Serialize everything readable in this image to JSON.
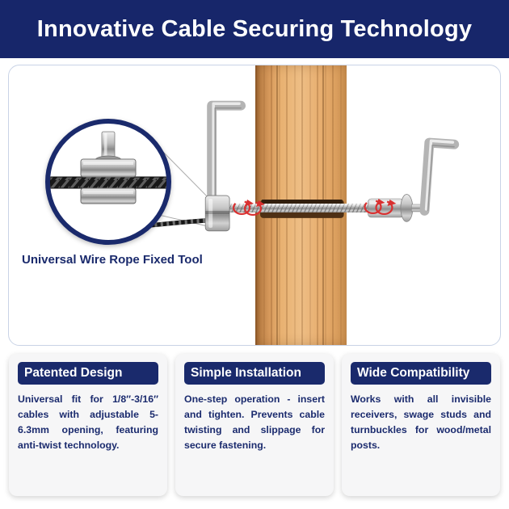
{
  "banner": {
    "title": "Innovative Cable Securing Technology"
  },
  "illustration": {
    "inset_label": "Universal Wire Rope Fixed Tool",
    "elements": [
      "hex-allen-key-left",
      "hex-allen-key-right",
      "threaded-rod",
      "wood-post",
      "wire-rope-fixed-tool",
      "twisted-cable",
      "swage-stud-sleeve",
      "flange-cap",
      "rotation-arrows-left",
      "rotation-arrows-right",
      "zoom-inset-circle"
    ]
  },
  "cards": [
    {
      "title": "Patented Design",
      "body": "Universal fit for 1/8″-3/16″ cables with adjustable 5-6.3mm opening, featuring anti-twist technology."
    },
    {
      "title": "Simple Installation",
      "body": "One-step operation - insert and tighten. Prevents cable twisting and slippage for secure fastening."
    },
    {
      "title": "Wide Compatibility",
      "body": "Works with all invisible receivers, swage studs and turnbuckles for wood/metal posts."
    }
  ],
  "colors": {
    "navy": "#1a2a6c",
    "banner_bg": "#17266a",
    "rotation_arrow_red": "#d93030",
    "wood": "#e2a86c",
    "card_bg": "#f6f6f7"
  }
}
